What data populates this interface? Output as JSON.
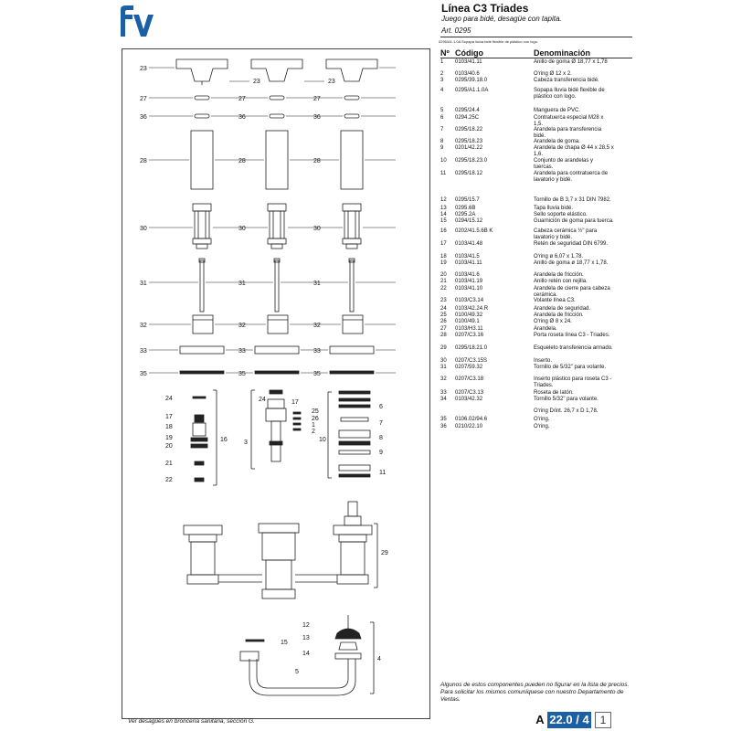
{
  "header": {
    "title": "Línea C3 Triades",
    "subtitle": "Juego para bidé, desagüe con tapita.",
    "article": "Art. 0295",
    "small_note": "0295/A1.1.0A Sopapa lluvia bidé flexible de plástico con logo."
  },
  "brand": {
    "logo_text": "fv",
    "color": "#1b5fa6"
  },
  "table": {
    "headers": {
      "n": "Nº",
      "code": "Código",
      "name": "Denominación"
    },
    "rows": [
      {
        "n": "1",
        "code": "0103/41.11",
        "name": "Anillo de goma Ø 18,77 x 1,78"
      },
      {
        "n": "2",
        "code": "0103/40.6",
        "name": "O'ring Ø 12 x 2."
      },
      {
        "n": "3",
        "code": "0295/39.18.0",
        "name": "Cabeza transferencia bidé."
      },
      {
        "n": "4",
        "code": "0295/A1.1.0A",
        "name": "Sopapa lluvia bidé flexible de plástico con logo."
      },
      {
        "n": "5",
        "code": "0295/24.4",
        "name": "Manguera de PVC."
      },
      {
        "n": "6",
        "code": "0294.25C",
        "name": "Contratuerca especial M28 x 1,5."
      },
      {
        "n": "7",
        "code": "0295/18.22",
        "name": "Arandela para transferencia bidé."
      },
      {
        "n": "8",
        "code": "0295/18.23",
        "name": "Arandela de goma."
      },
      {
        "n": "9",
        "code": "0201/42.22",
        "name": "Arandela de chapa Ø 44 x 28,5 x 1,6."
      },
      {
        "n": "10",
        "code": "0295/18.23.0",
        "name": "Conjunto de arandelas y tuercas."
      },
      {
        "n": "11",
        "code": "0295/18.12",
        "name": "Arandela para contratuerca de lavatorio y bidé."
      },
      {
        "n": "12",
        "code": "0295/15.7",
        "name": "Tornillo de B 3,7 x 31 DIN 7982."
      },
      {
        "n": "13",
        "code": "0295.6B",
        "name": "Tapa lluvia bidé."
      },
      {
        "n": "14",
        "code": "0295.2A",
        "name": "Sello soporte elástico."
      },
      {
        "n": "15",
        "code": "0294/15.12",
        "name": "Guarnición de goma para tuerca."
      },
      {
        "n": "16",
        "code": "0202/41.5.6B K",
        "name": "Cabeza cerámica ½\" para lavatorio y bidé."
      },
      {
        "n": "17",
        "code": "0103/41.48",
        "name": "Retén de seguridad DIN 6799."
      },
      {
        "n": "18",
        "code": "0103/41.5",
        "name": "O'ring ø 6,07 x 1,78."
      },
      {
        "n": "19",
        "code": "0103/41.11",
        "name": "Anillo de goma ø 18,77 x 1,78."
      },
      {
        "n": "20",
        "code": "0103/41.6",
        "name": "Arandela de fricción."
      },
      {
        "n": "21",
        "code": "0103/41.19",
        "name": "Anillo retén con rejilla."
      },
      {
        "n": "22",
        "code": "0103/41.10",
        "name": "Arandela de cierre para cabeza cerámica."
      },
      {
        "n": "23",
        "code": "0103/C3.14",
        "name": "Volante línea C3."
      },
      {
        "n": "24",
        "code": "0103/42.24.R",
        "name": "Arandela de seguridad."
      },
      {
        "n": "25",
        "code": "0100/49.32",
        "name": "Arandela de fricción."
      },
      {
        "n": "26",
        "code": "0100/49.1",
        "name": "O'ring Ø 8 x 24."
      },
      {
        "n": "27",
        "code": "0103/H3.11",
        "name": "Arandela."
      },
      {
        "n": "28",
        "code": "0207/C3.16",
        "name": "Porta roseta línea C3 - Triades."
      },
      {
        "n": "29",
        "code": "0295/18.21.0",
        "name": "Esqueleto transferencia armado."
      },
      {
        "n": "30",
        "code": "0207/C3.15S",
        "name": "Inserto."
      },
      {
        "n": "31",
        "code": "0207/59.32",
        "name": "Tornillo de 5/32\" para volante."
      },
      {
        "n": "32",
        "code": "0207/C3.18",
        "name": "Inserto plástico para roseta C3 - Triades."
      },
      {
        "n": "33",
        "code": "0207/C3.13",
        "name": "Roseta de latón."
      },
      {
        "n": "34",
        "code": "0103/42.32",
        "name": "Tornillo 5/32\" para volante."
      },
      {
        "n": "",
        "code": "",
        "name": "O'ring D/int. 26,7 x D 1,78."
      },
      {
        "n": "35",
        "code": "0106.02/94.6",
        "name": "O'ring."
      },
      {
        "n": "36",
        "code": "0210/22.10",
        "name": "O'ring."
      }
    ]
  },
  "footnote": "Algunos de estos componentes pueden no figurar en la lista de precios. Para solicitar los mismos comuníquese con nuestro Departamento de Ventas.",
  "bottom_note": "Ver desagües en broncería sanitaria, sección G.",
  "page": {
    "section": "A",
    "number": "22.0 / 4",
    "version": "1"
  },
  "diagram_labels": {
    "l23a": "23",
    "l23b": "23",
    "l23c": "23",
    "l27a": "27",
    "l27b": "27",
    "l27c": "27",
    "l36a": "36",
    "l36b": "36",
    "l36c": "36",
    "l28a": "28",
    "l28b": "28",
    "l28c": "28",
    "l30a": "30",
    "l30b": "30",
    "l30c": "30",
    "l31a": "31",
    "l31b": "31",
    "l31c": "31",
    "l32a": "32",
    "l32b": "32",
    "l32c": "32",
    "l33a": "33",
    "l33b": "33",
    "l33c": "33",
    "l35a": "35",
    "l35b": "35",
    "l35c": "35",
    "l24a": "24",
    "l17a": "17",
    "l18": "18",
    "l19": "19",
    "l20": "20",
    "l21": "21",
    "l22": "22",
    "l16": "16",
    "l24b": "24",
    "l17b": "17",
    "l25": "25",
    "l26": "26",
    "l1": "1",
    "l2": "2",
    "l3": "3",
    "l6": "6",
    "l7": "7",
    "l8": "8",
    "l9": "9",
    "l10": "10",
    "l11": "11",
    "l29": "29",
    "l12": "12",
    "l13": "13",
    "l14": "14",
    "l15": "15",
    "l5": "5",
    "l4": "4"
  }
}
